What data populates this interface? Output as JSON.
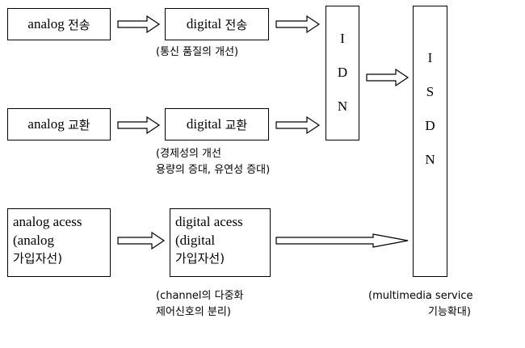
{
  "row1": {
    "analog_label": "analog",
    "analog_hangul": "전송",
    "digital_label": "digital",
    "digital_hangul": "전송",
    "caption": "(통신 품질의 개선)"
  },
  "row2": {
    "analog_label": "analog",
    "analog_hangul": "교환",
    "digital_label": "digital",
    "digital_hangul": "교환",
    "caption_line1": "(경제성의 개선",
    "caption_line2": "용량의 증대, 유연성 증대)"
  },
  "row3": {
    "analog_line1": "analog acess",
    "analog_line2": "(analog",
    "analog_line3": "가입자선)",
    "digital_line1": "digital acess",
    "digital_line2": "(digital",
    "digital_line3": "가입자선)",
    "caption_line1": "(channel의 다중화",
    "caption_line2": "제어신호의 분리)"
  },
  "idn": {
    "letters": [
      "I",
      "D",
      "N"
    ]
  },
  "isdn": {
    "letters": [
      "I",
      "S",
      "D",
      "N"
    ],
    "caption_line1": "(multimedia service",
    "caption_line2": "기능확대)"
  }
}
